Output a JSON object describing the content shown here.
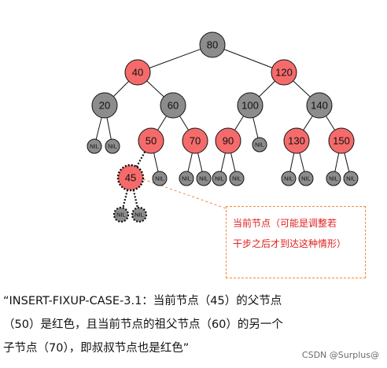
{
  "tree": {
    "nodes": [
      {
        "id": "n80",
        "label": "80",
        "color": "black"
      },
      {
        "id": "n40",
        "label": "40",
        "color": "red"
      },
      {
        "id": "n120",
        "label": "120",
        "color": "red"
      },
      {
        "id": "n20",
        "label": "20",
        "color": "black"
      },
      {
        "id": "n60",
        "label": "60",
        "color": "black"
      },
      {
        "id": "n100",
        "label": "100",
        "color": "black"
      },
      {
        "id": "n140",
        "label": "140",
        "color": "black"
      },
      {
        "id": "n50",
        "label": "50",
        "color": "red"
      },
      {
        "id": "n70",
        "label": "70",
        "color": "red"
      },
      {
        "id": "n90",
        "label": "90",
        "color": "red"
      },
      {
        "id": "n130",
        "label": "130",
        "color": "red"
      },
      {
        "id": "n150",
        "label": "150",
        "color": "red"
      },
      {
        "id": "n45",
        "label": "45",
        "color": "red",
        "current": true
      }
    ],
    "nil_label": "NIL"
  },
  "annotation": {
    "line1": "当前节点（可能是调整若",
    "line2": "干步之后才到达这种情形）"
  },
  "caption": {
    "line1": "“INSERT-FIXUP-CASE-3.1：当前节点（45）的父节点",
    "line2": "（50）是红色，且当前节点的祖父节点（60）的另一个",
    "line3": "子节点（70），即叔叔节点也是红色”"
  },
  "watermark": "CSDN @Surplus@",
  "colors": {
    "red_node": "#f56b6b",
    "black_node": "#8c8c8c",
    "edge": "#111111",
    "annotation_border": "#f08a3c",
    "annotation_text": "#e02020"
  }
}
